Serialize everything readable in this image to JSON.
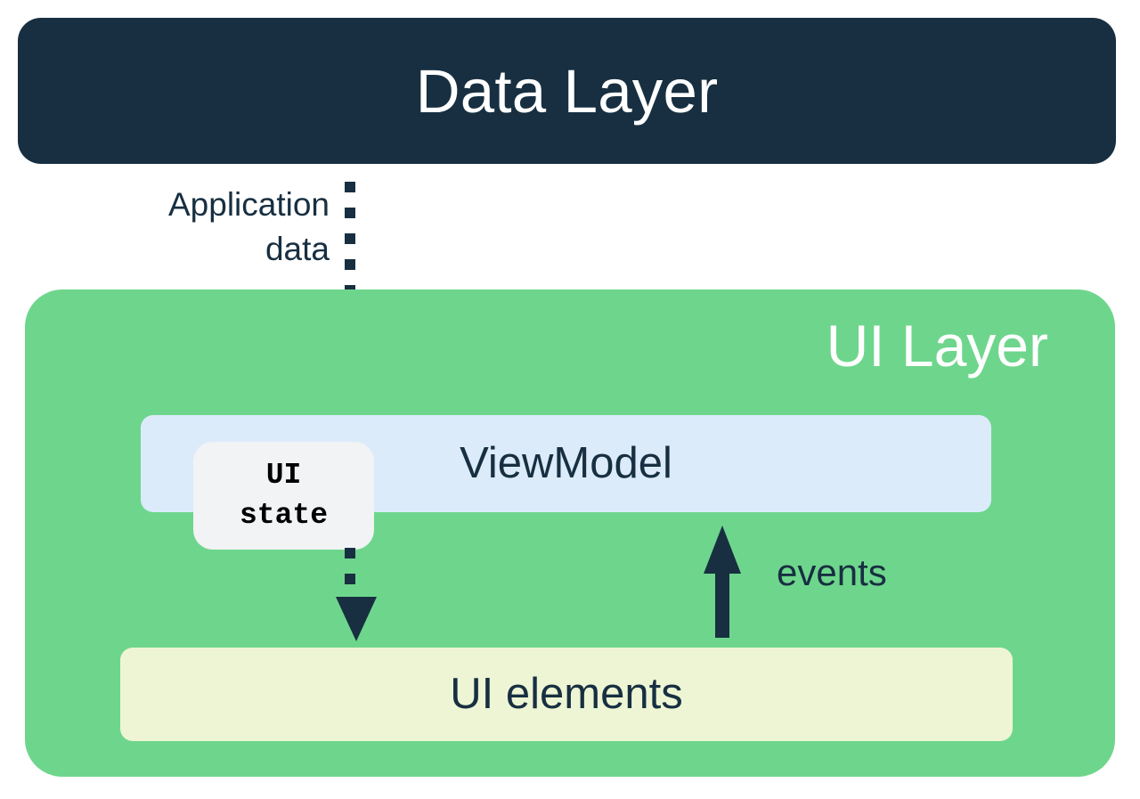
{
  "diagram": {
    "title": "Android UI Layer architecture",
    "type": "layered-architecture-diagram"
  },
  "data_layer": {
    "label": "Data Layer",
    "color": "#172f41",
    "text_color": "#ffffff"
  },
  "flow_app_data": {
    "label_line1": "Application",
    "label_line2": "data",
    "style": "dotted-arrow-down",
    "color": "#172f41",
    "dot_count": 7
  },
  "ui_layer": {
    "label": "UI Layer",
    "color": "#6ed68c",
    "text_color": "#ffffff",
    "viewmodel": {
      "label": "ViewModel",
      "color": "#dbebfa",
      "text_color": "#172f41"
    },
    "ui_state": {
      "line1": "UI",
      "line2": "state",
      "color": "#f1f3f4",
      "text_color": "#000000"
    },
    "ui_elements": {
      "label": "UI elements",
      "color": "#eef5d4",
      "text_color": "#172f41"
    },
    "flow_ui_state": {
      "style": "dotted-arrow-down",
      "color": "#172f41",
      "dot_count": 2
    },
    "flow_events": {
      "label": "events",
      "style": "solid-arrow-up",
      "color": "#172f41"
    }
  }
}
